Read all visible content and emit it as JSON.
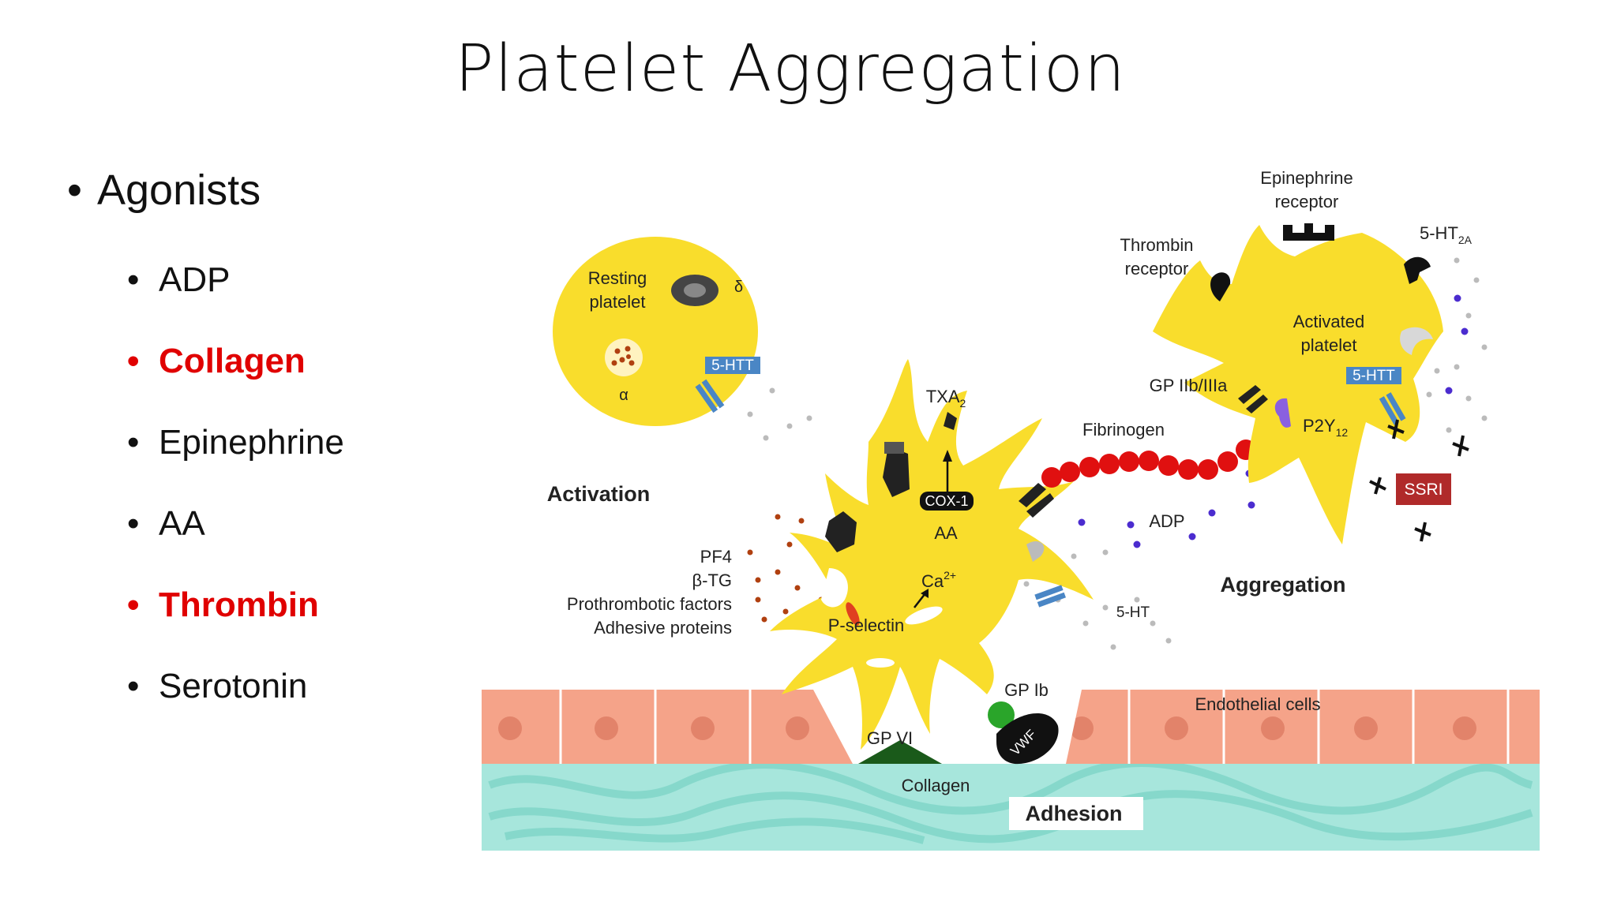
{
  "slide": {
    "title": "Platelet Aggregation"
  },
  "bullets": {
    "main": "Agonists",
    "items": [
      "ADP",
      "Collagen",
      "Epinephrine",
      "AA",
      "Thrombin",
      "Serotonin"
    ]
  },
  "diagram": {
    "stages": {
      "activation": "Activation",
      "aggregation": "Aggregation",
      "adhesion": "Adhesion"
    },
    "resting": {
      "label1": "Resting",
      "label2": "platelet",
      "delta": "δ",
      "alpha": "α",
      "transporter": "5-HTT"
    },
    "activated": {
      "label1": "Activated",
      "label2": "platelet",
      "transporter": "5-HTT"
    },
    "receptors": {
      "epinephrine1": "Epinephrine",
      "epinephrine2": "receptor",
      "thrombin1": "Thrombin",
      "thrombin2": "receptor",
      "ht2a": "5-HT",
      "ht2a_sub": "2A",
      "gp2b3a": "GP IIb/IIIa",
      "p2y": "P2Y",
      "p2y_sub": "12",
      "gp1b": "GP Ib",
      "gp6": "GP VI"
    },
    "central": {
      "txa": "TXA",
      "txa_sub": "2",
      "cox": "COX-1",
      "aa": "AA",
      "ca": "Ca",
      "ca_sup": "2+",
      "pselectin": "P-selectin"
    },
    "released": [
      "PF4",
      "β-TG",
      "Prothrombotic factors",
      "Adhesive proteins"
    ],
    "fibrinogen": "Fibrinogen",
    "adp": "ADP",
    "ht": "5-HT",
    "ssri": "SSRI",
    "vwf": "VWF",
    "collagen": "Collagen",
    "endothelial": "Endothelial cells"
  },
  "colors": {
    "platelet": "#f9dd2c",
    "accent_red": "#e00000",
    "vessel_wall": "#f5a389",
    "collagen_layer": "#a7e6dc",
    "ssri_box": "#b02a2a",
    "transporter_box": "#4a86c5"
  }
}
